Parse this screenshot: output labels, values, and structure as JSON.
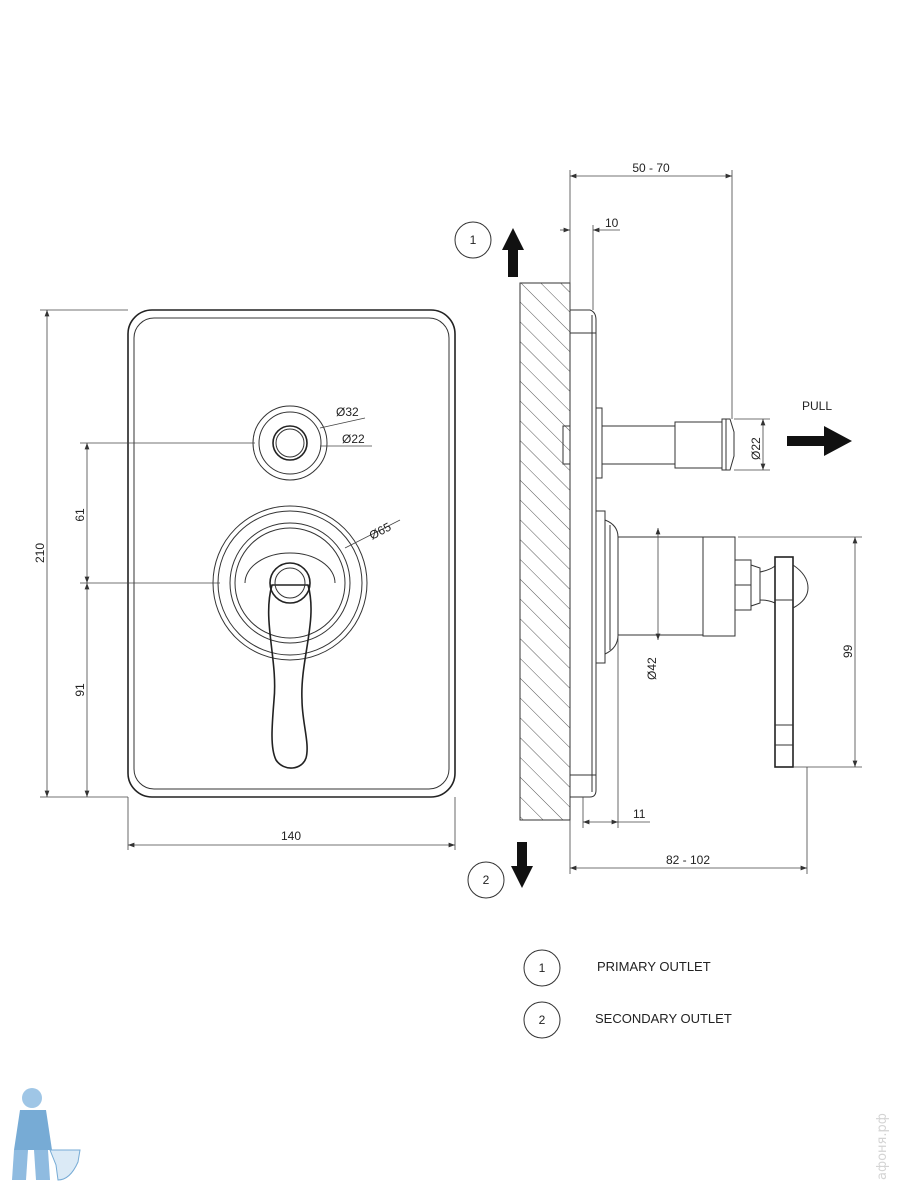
{
  "front_view": {
    "dim_height": "210",
    "dim_upper": "61",
    "dim_lower": "91",
    "dim_width": "140",
    "button_outer_dia": "Ø32",
    "button_inner_dia": "Ø22",
    "knob_dia": "Ø65"
  },
  "side_view": {
    "dim_projection": "50 - 70",
    "dim_plate": "10",
    "dim_rod_dia": "Ø22",
    "pull_label": "PULL",
    "dim_body_dia": "Ø42",
    "dim_handle": "99",
    "dim_escutcheon": "11",
    "dim_total": "82 - 102",
    "outlet_up_marker": "1",
    "outlet_down_marker": "2"
  },
  "legend": [
    {
      "number": "1",
      "label": "PRIMARY OUTLET"
    },
    {
      "number": "2",
      "label": "SECONDARY OUTLET"
    }
  ],
  "watermark": "афоня.рф",
  "colors": {
    "line": "#333333",
    "logo": "#4a90c8"
  }
}
